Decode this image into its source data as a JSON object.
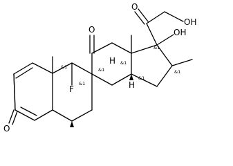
{
  "molecule": {
    "atoms": {
      "o3": "O",
      "o11": "O",
      "o20": "O",
      "oh17": "OH",
      "oh21": "OH",
      "f9": "F",
      "h8": "H",
      "h14": "H"
    },
    "stereo": {
      "c9": "&1",
      "c10": "&1",
      "c8": "&1",
      "c13": "&1",
      "c14": "&1",
      "c16": "&1",
      "c17": "&1"
    }
  }
}
